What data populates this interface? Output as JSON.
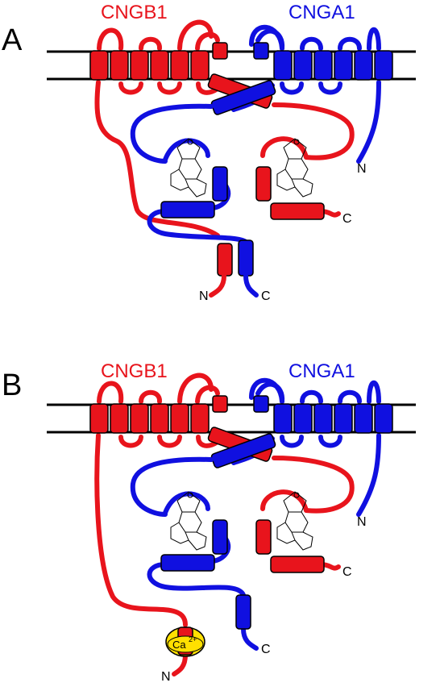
{
  "colors": {
    "red": "#e8141c",
    "blue": "#1010e0",
    "membrane": "#000000",
    "ion": "#ffe000"
  },
  "panels": [
    {
      "letter": "A",
      "left_subunit": "CNGB1",
      "right_subunit": "CNGA1",
      "left_n_label": "N",
      "left_c_label": "C",
      "right_n_label": "N",
      "right_c_label": "C"
    },
    {
      "letter": "B",
      "left_subunit": "CNGB1",
      "right_subunit": "CNGA1",
      "left_n_label": "N",
      "left_c_label": "C",
      "right_n_label": "N",
      "right_c_label": "C",
      "ion_label": "Ca",
      "ion_charge": "2+"
    }
  ]
}
